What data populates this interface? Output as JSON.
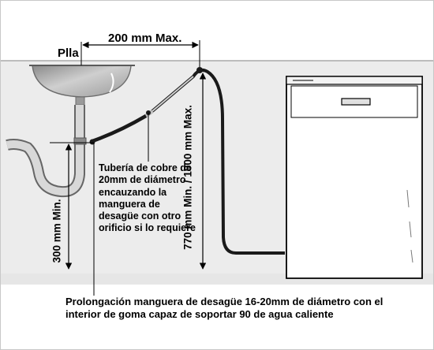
{
  "labels": {
    "sink": "Plla",
    "horizontal_max": "200 mm Max.",
    "pipe_note": "Tubería de cobre de 20mm de diámetro encauzando la manguera de desagüe con otro orificio si lo requiere",
    "min_height": "300 mm Min.",
    "height_range": "770 mm Min. / 1000 mm Max.",
    "extension_note": "Prolongación manguera de desagüe 16-20mm de diámetro con el interior de goma capaz de soportar 90 de agua caliente"
  }
}
